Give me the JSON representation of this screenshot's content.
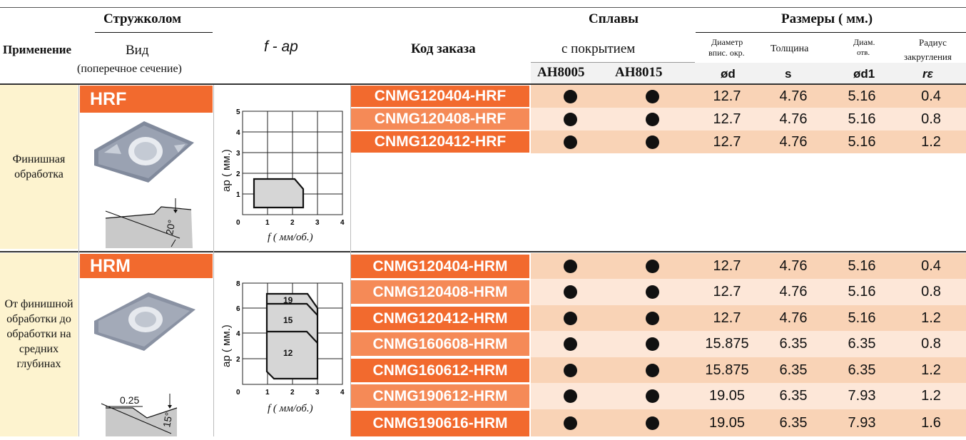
{
  "header": {
    "chipbreaker": "Стружколом",
    "application": "Применение",
    "view": "Вид",
    "cross_section": "(поперечное сечение)",
    "f_ap": "f - ap",
    "order_code": "Код заказа",
    "alloys": "Сплавы",
    "dimensions": "Размеры ( мм.)",
    "coated": "с покрытием",
    "grade1": "AH8005",
    "grade2": "AH8015",
    "dia_inscribed_1": "Диаметр",
    "dia_inscribed_2": "впис. окр.",
    "thickness": "Толщина",
    "hole_1": "Диам.",
    "hole_2": "отв.",
    "radius_1": "Радиус",
    "radius_2": "закругления",
    "sym_d": "ød",
    "sym_s": "s",
    "sym_d1": "ød1",
    "sym_r": "rε"
  },
  "groups": [
    {
      "series": "HRF",
      "application": "Финишная обработка",
      "chart": {
        "ylabel": "ap ( мм.)",
        "xlabel": "f ( мм/об.)",
        "yticks": [
          "5",
          "4",
          "3",
          "2",
          "1",
          "0"
        ],
        "xticks": [
          "1",
          "2",
          "3",
          "4"
        ]
      },
      "profile_angle": "20°",
      "rows": [
        {
          "code": "CNMG120404-HRF",
          "g1": "●",
          "g2": "●",
          "d": "12.7",
          "s": "4.76",
          "d1": "5.16",
          "r": "0.4"
        },
        {
          "code": "CNMG120408-HRF",
          "g1": "●",
          "g2": "●",
          "d": "12.7",
          "s": "4.76",
          "d1": "5.16",
          "r": "0.8"
        },
        {
          "code": "CNMG120412-HRF",
          "g1": "●",
          "g2": "●",
          "d": "12.7",
          "s": "4.76",
          "d1": "5.16",
          "r": "1.2"
        }
      ]
    },
    {
      "series": "HRM",
      "application": "От финишной обработки до обработки на средних глубинах",
      "chart": {
        "ylabel": "ap ( мм.)",
        "xlabel": "f ( мм/об.)",
        "yticks": [
          "8",
          "6",
          "4",
          "2",
          "0"
        ],
        "xticks": [
          "1",
          "2",
          "3",
          "4"
        ],
        "regions": [
          "19",
          "15",
          "12"
        ]
      },
      "profile_land": "0.25",
      "profile_angle": "15°",
      "rows": [
        {
          "code": "CNMG120404-HRM",
          "g1": "●",
          "g2": "●",
          "d": "12.7",
          "s": "4.76",
          "d1": "5.16",
          "r": "0.4"
        },
        {
          "code": "CNMG120408-HRM",
          "g1": "●",
          "g2": "●",
          "d": "12.7",
          "s": "4.76",
          "d1": "5.16",
          "r": "0.8"
        },
        {
          "code": "CNMG120412-HRM",
          "g1": "●",
          "g2": "●",
          "d": "12.7",
          "s": "4.76",
          "d1": "5.16",
          "r": "1.2"
        },
        {
          "code": "CNMG160608-HRM",
          "g1": "●",
          "g2": "●",
          "d": "15.875",
          "s": "6.35",
          "d1": "6.35",
          "r": "0.8"
        },
        {
          "code": "CNMG160612-HRM",
          "g1": "●",
          "g2": "●",
          "d": "15.875",
          "s": "6.35",
          "d1": "6.35",
          "r": "1.2"
        },
        {
          "code": "CNMG190612-HRM",
          "g1": "●",
          "g2": "●",
          "d": "19.05",
          "s": "6.35",
          "d1": "7.93",
          "r": "1.2"
        },
        {
          "code": "CNMG190616-HRM",
          "g1": "●",
          "g2": "●",
          "d": "19.05",
          "s": "6.35",
          "d1": "7.93",
          "r": "1.6"
        }
      ]
    }
  ],
  "colors": {
    "orange": "#f26a2e",
    "orange_light": "#f58a57",
    "row_dark": "#f9d3b6",
    "row_light": "#fde7d8",
    "app_bg": "#fdf3cf"
  }
}
